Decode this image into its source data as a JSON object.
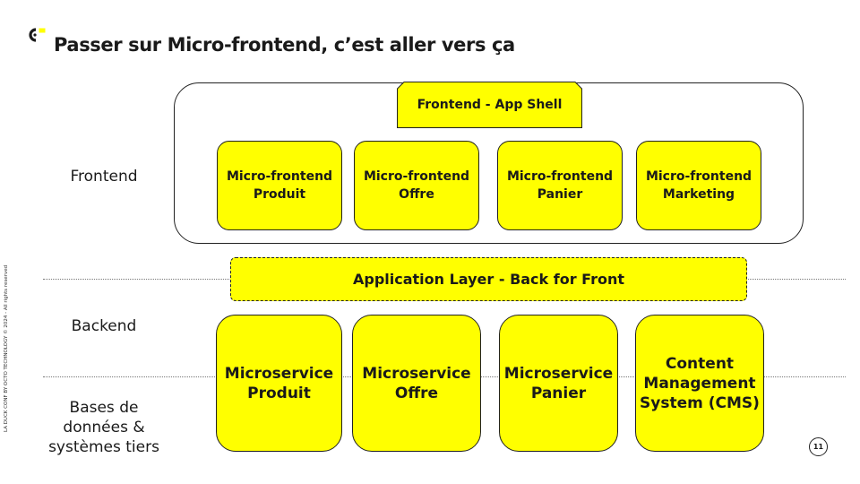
{
  "logo": {
    "icon": "octo-c-logo-icon",
    "accent": "#ffff00"
  },
  "title": "Passer sur Micro-frontend, c’est aller vers ça",
  "sidebar_text": "LA DUCK CONF BY OCTO TECHNOLOGY © 2024 - All rights reserved",
  "layers": {
    "frontend": "Frontend",
    "backend": "Backend",
    "databases": [
      "Bases de",
      "données &",
      "systèmes tiers"
    ]
  },
  "frontend": {
    "app_shell": "Frontend - App Shell",
    "micro_frontends": [
      {
        "line1": "Micro-frontend",
        "line2": "Produit"
      },
      {
        "line1": "Micro-frontend",
        "line2": "Offre"
      },
      {
        "line1": "Micro-frontend",
        "line2": "Panier"
      },
      {
        "line1": "Micro-frontend",
        "line2": "Marketing"
      }
    ]
  },
  "application_layer": "Application Layer - Back for Front",
  "backend": {
    "microservices": [
      {
        "lines": [
          "Microservice",
          "Produit"
        ]
      },
      {
        "lines": [
          "Microservice",
          "Offre"
        ]
      },
      {
        "lines": [
          "Microservice",
          "Panier"
        ]
      },
      {
        "lines": [
          "Content",
          "Management",
          "System (CMS)"
        ]
      }
    ]
  },
  "page_number": "11",
  "colors": {
    "box_fill": "#ffff00",
    "text": "#1a1a1a"
  }
}
